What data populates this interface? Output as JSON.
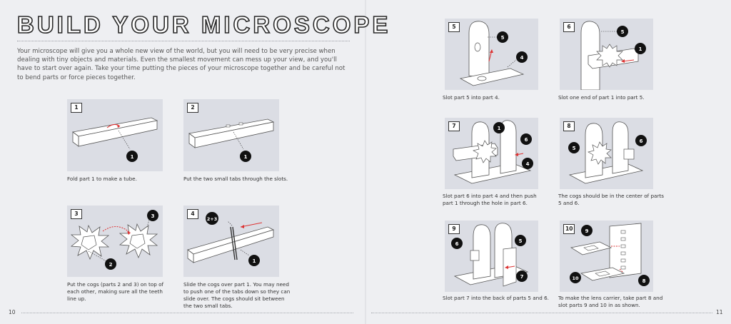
{
  "title": "BUILD YOUR MICROSCOPE",
  "intro": "Your microscope will give you a whole new view of the world, but you will need to be very precise when dealing with tiny objects and materials. Even the smallest movement can mess up your view, and you'll have to start over again. Take your time putting the pieces of your microscope together and be careful not to bend parts or force pieces together.",
  "page_numbers": {
    "left": "10",
    "right": "11"
  },
  "steps": [
    {
      "number": "1",
      "caption": "Fold part 1 to make a tube.",
      "callouts": [
        "1"
      ]
    },
    {
      "number": "2",
      "caption": "Put the two small tabs through the slots.",
      "callouts": [
        "1"
      ]
    },
    {
      "number": "3",
      "caption": "Put the cogs (parts 2 and 3) on top of each other, making sure all the teeth line up.",
      "callouts": [
        "3",
        "2"
      ]
    },
    {
      "number": "4",
      "caption": "Slide the cogs over part 1. You may need to push one of the tabs down so they can slide over. The cogs should sit between the two small tabs.",
      "callouts": [
        "2+3",
        "1"
      ]
    },
    {
      "number": "5",
      "caption": "Slot part 5 into part 4.",
      "callouts": [
        "5",
        "4"
      ]
    },
    {
      "number": "6",
      "caption": "Slot one end of part 1 into part 5.",
      "callouts": [
        "5",
        "1"
      ]
    },
    {
      "number": "7",
      "caption": "Slot part 6 into part 4 and then push part 1 through the hole in part 6.",
      "callouts": [
        "1",
        "6",
        "4"
      ]
    },
    {
      "number": "8",
      "caption": "The cogs should be in the center of parts 5 and 6.",
      "callouts": [
        "5",
        "6"
      ]
    },
    {
      "number": "9",
      "caption": "Slot part 7 into the back of parts 5 and 6.",
      "callouts": [
        "6",
        "5",
        "7"
      ]
    },
    {
      "number": "10",
      "caption": "To make the lens carrier, take part 8 and slot parts 9 and 10 in as shown.",
      "callouts": [
        "9",
        "10",
        "8"
      ]
    }
  ]
}
